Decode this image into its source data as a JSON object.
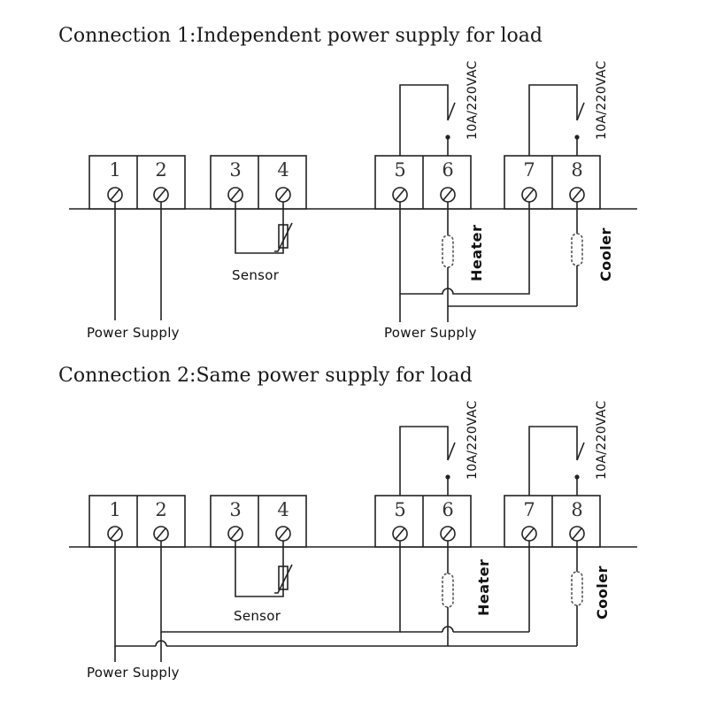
{
  "connection1": {
    "title": "Connection 1:Independent power supply for load",
    "terminals": [
      "1",
      "2",
      "3",
      "4",
      "5",
      "6",
      "7",
      "8"
    ],
    "rating_heater": "10A/220VAC",
    "rating_cooler": "10A/220VAC",
    "sensor_label": "Sensor",
    "heater_label": "Heater",
    "cooler_label": "Cooler",
    "power_left_label": "Power Supply",
    "power_right_label": "Power Supply"
  },
  "connection2": {
    "title": "Connection 2:Same power supply for load",
    "terminals": [
      "1",
      "2",
      "3",
      "4",
      "5",
      "6",
      "7",
      "8"
    ],
    "rating_heater": "10A/220VAC",
    "rating_cooler": "10A/220VAC",
    "sensor_label": "Sensor",
    "heater_label": "Heater",
    "cooler_label": "Cooler",
    "power_label": "Power Supply"
  }
}
